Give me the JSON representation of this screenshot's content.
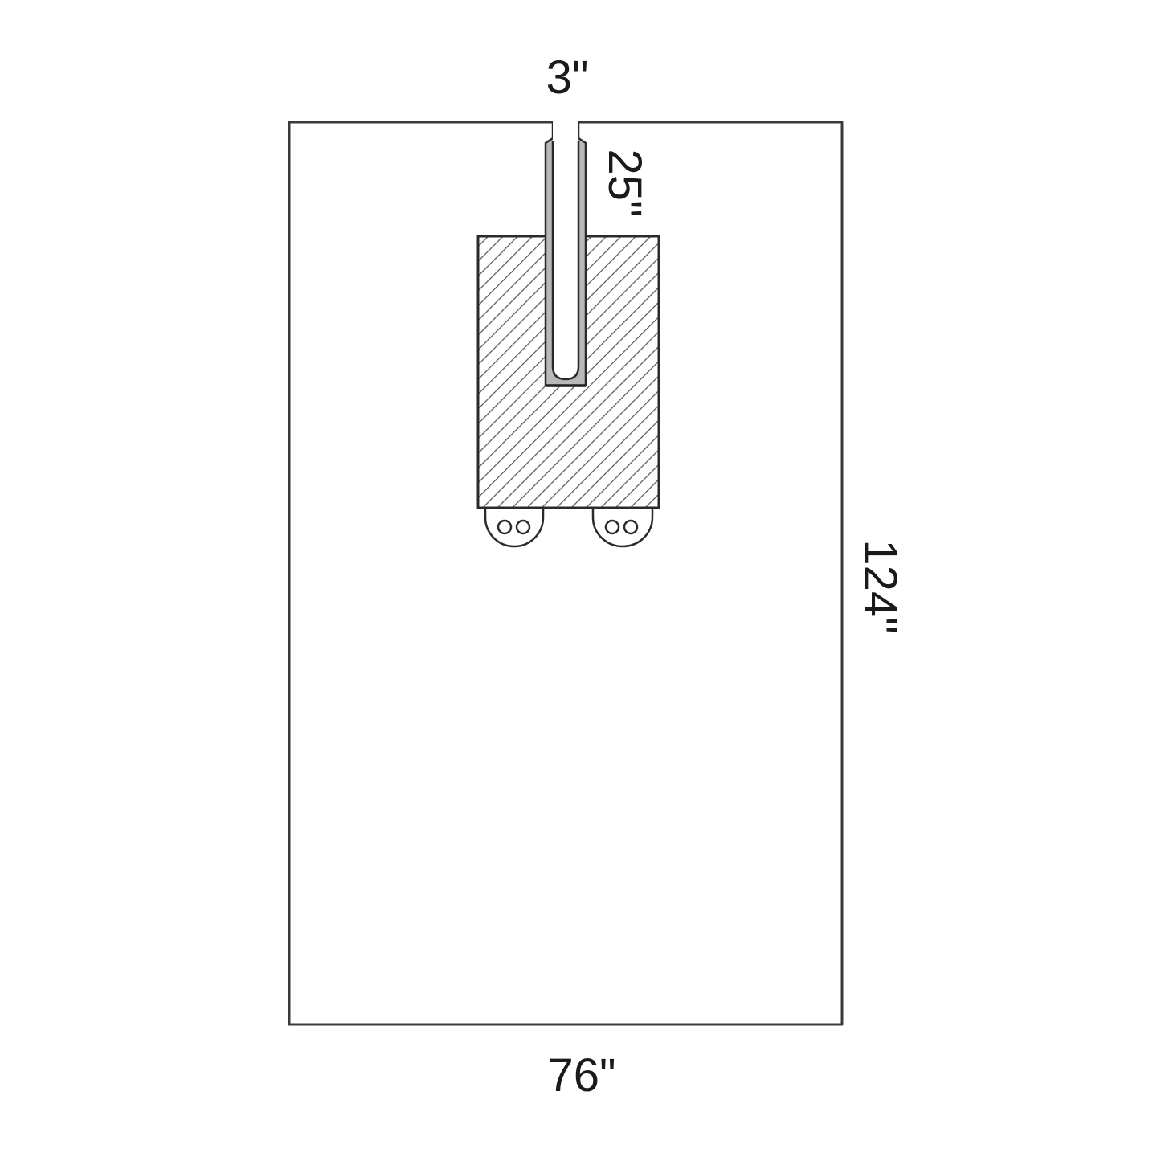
{
  "diagram": {
    "dimensions": {
      "slot_width": "3\"",
      "slot_length": "25\"",
      "height": "124\"",
      "width": "76\""
    },
    "components": {
      "outer_sheet": "drape-outline",
      "slot": "fenestration-slot",
      "reinforced_area": "hatched-panel",
      "holders": [
        "tube-holder-left",
        "tube-holder-right"
      ]
    },
    "colors": {
      "background": "#ffffff",
      "line": "#3a3a3a",
      "hatch": "#5e5e5e",
      "slot_wall_fill": "#b8b8b8",
      "text": "#1a1a1a"
    }
  }
}
